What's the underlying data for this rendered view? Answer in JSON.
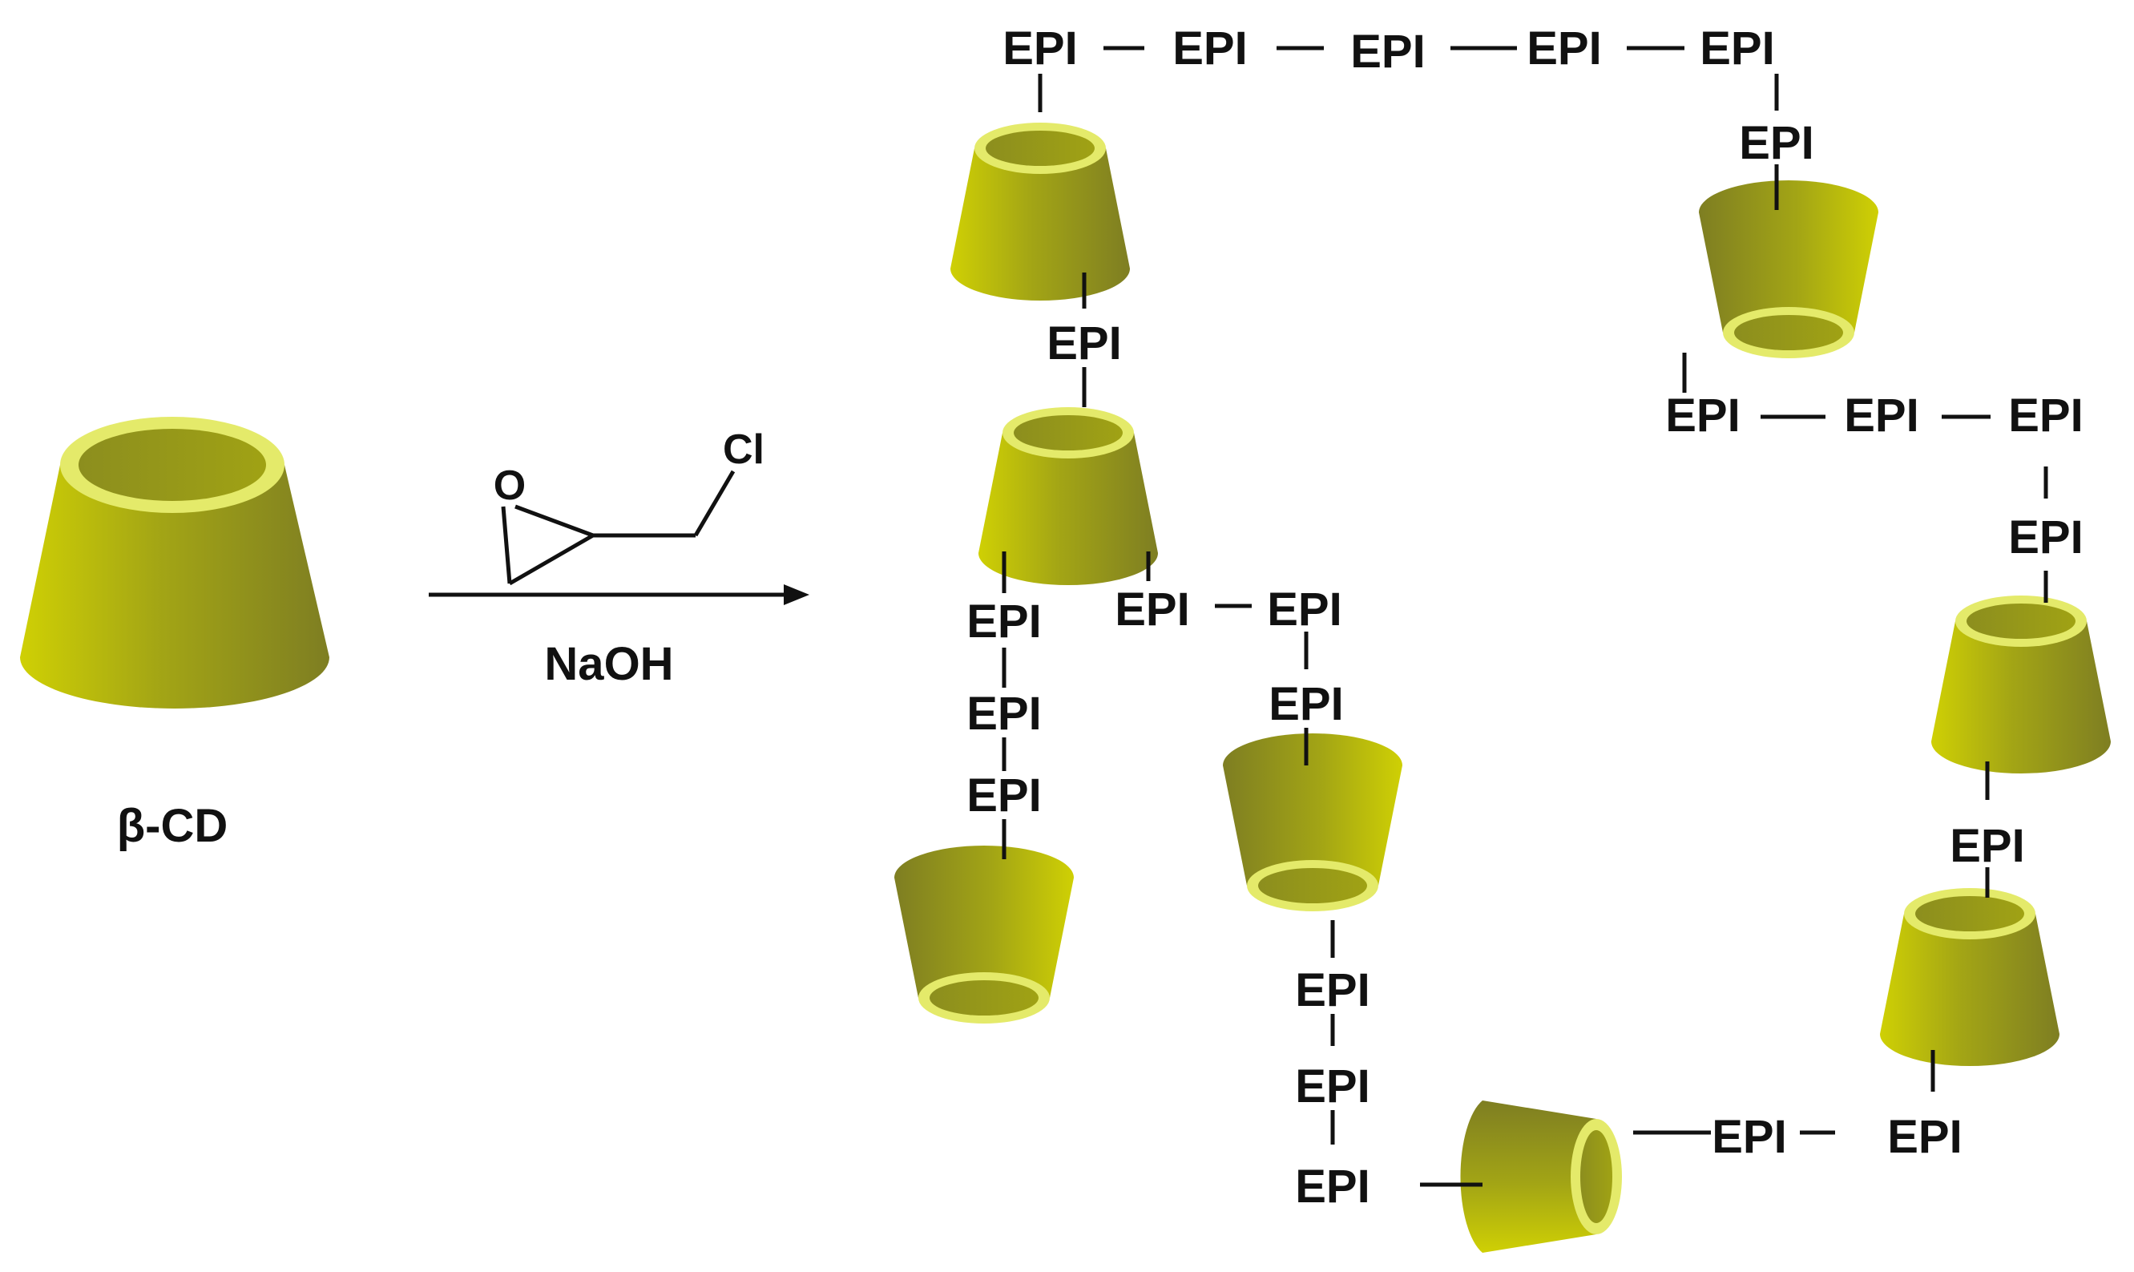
{
  "colors": {
    "cd_body_dark": "#8a8a1a",
    "cd_body_mid": "#a8aa14",
    "cd_body_light": "#cccc05",
    "cd_rim": "#e4ea6a",
    "cd_cavity": "#8c8e1c",
    "ink": "#111111"
  },
  "reactant": {
    "label": "β-CD"
  },
  "reagent": {
    "heteroatom_o": "O",
    "chloro": "Cl",
    "base": "NaOH"
  },
  "linker": {
    "label": "EPI"
  }
}
